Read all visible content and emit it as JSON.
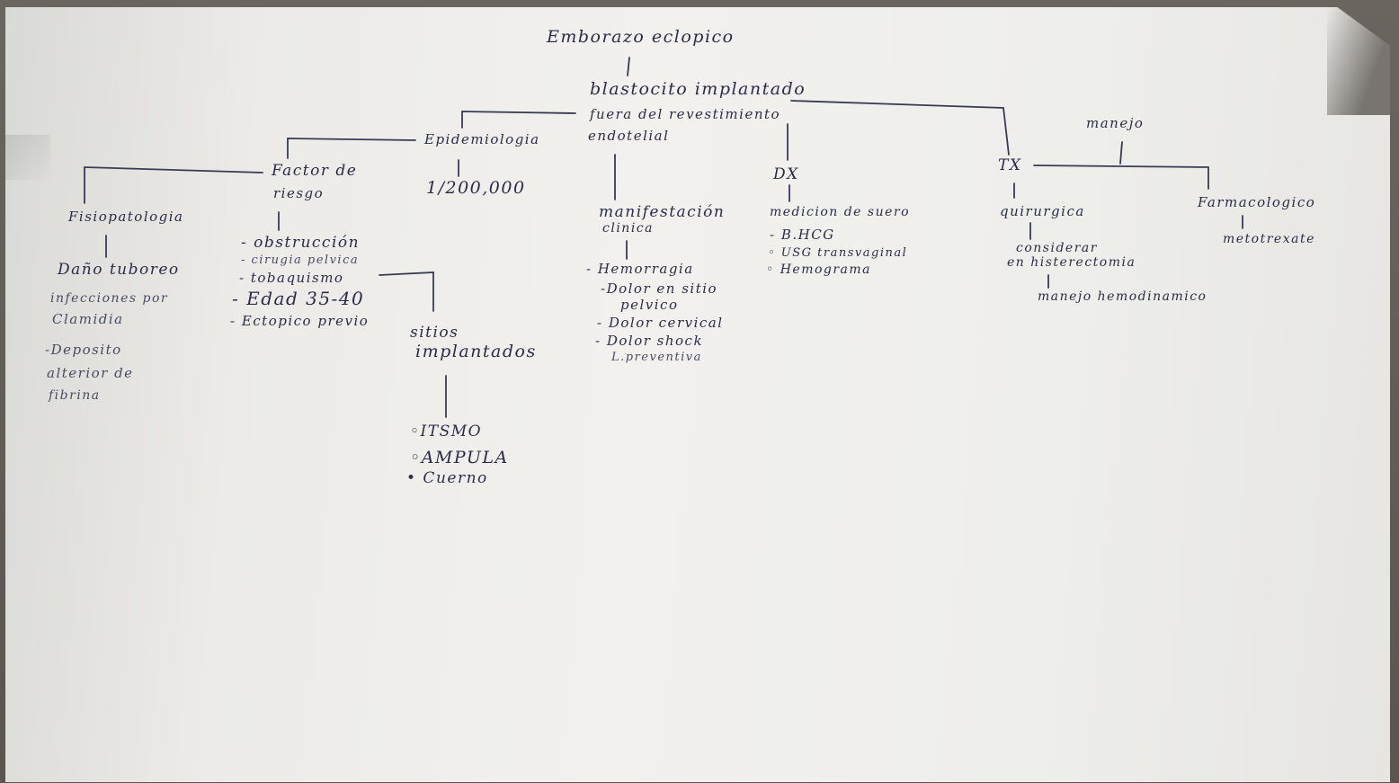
{
  "title": "Emborazo eclopico",
  "root": {
    "line1": "blastocito implantado",
    "line2": "fuera del revestimiento",
    "line3": "endotelial"
  },
  "epidemiologia": {
    "label": "Epidemiologia",
    "value": "1/200,000"
  },
  "factor_riesgo": {
    "line1": "Factor de",
    "line2": "riesgo",
    "items": [
      "- obstrucción",
      "- cirugia pelvica",
      "- tobaquismo",
      "- Edad 35-40",
      "- Ectopico previo"
    ]
  },
  "fisiopatologia": {
    "label": "Fisiopatologia",
    "items": [
      "Daño tuboreo",
      "infecciones por",
      "Clamidia",
      "-Deposito",
      "alterior de",
      "fibrina"
    ]
  },
  "sitios": {
    "line1": "sitios",
    "line2": "implantados",
    "items": [
      "◦ITSMO",
      "◦AMPULA",
      "• Cuerno"
    ]
  },
  "manifestacion": {
    "line1": "manifestación",
    "line2": "clinica",
    "items": [
      "- Hemorragia",
      "-Dolor en sitio",
      "pelvico",
      "- Dolor cervical",
      "- Dolor shock",
      "L.preventiva"
    ]
  },
  "dx": {
    "label": "DX",
    "items": [
      "medicion de suero",
      "- B.HCG",
      "◦ USG transvaginal",
      "◦ Hemograma"
    ]
  },
  "tx": {
    "label": "TX",
    "manejo": "manejo",
    "quirurgico": "quirurgica",
    "quirurgico_line2": "considerar",
    "quirurgico_line3": "en histerectomia",
    "quirurgico_line4": "manejo hemodinamico",
    "farmacologico": "Farmacologico",
    "farmacologico_item": "metotrexate"
  }
}
